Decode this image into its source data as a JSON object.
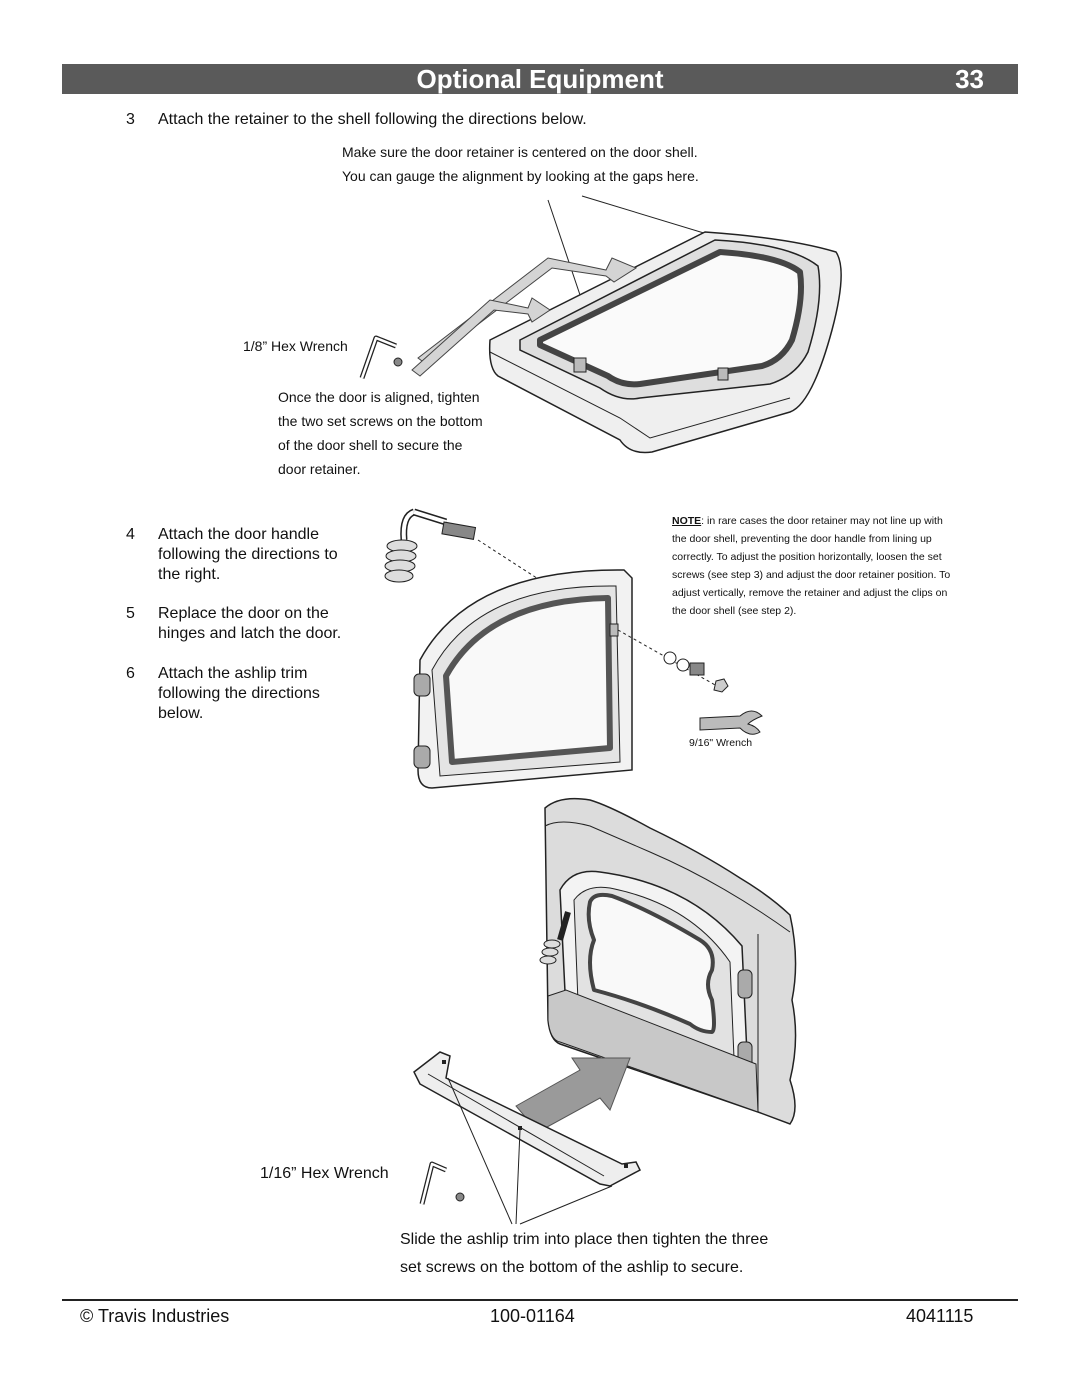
{
  "header": {
    "title": "Optional Equipment",
    "page_number": "33"
  },
  "step3": {
    "number": "3",
    "text": "Attach the retainer to the shell following the directions below.",
    "callout_line1": "Make sure the door retainer is centered on the door shell.",
    "callout_line2": "You can gauge the alignment by looking at the gaps here.",
    "hex_wrench_label": "1/8” Hex Wrench",
    "tighten_lines": [
      "Once the door is aligned, tighten",
      "the two set screws on the bottom",
      "of the door shell to secure the",
      "door retainer."
    ]
  },
  "steps": [
    {
      "number": "4",
      "lines": [
        "Attach the door handle",
        "following the directions to",
        "the right."
      ]
    },
    {
      "number": "5",
      "lines": [
        "Replace the door on the",
        "hinges and latch the door."
      ]
    },
    {
      "number": "6",
      "lines": [
        "Attach the ashlip trim",
        "following the directions",
        "below."
      ]
    }
  ],
  "note": {
    "label": "NOTE",
    "lines": [
      ": in rare cases the door retainer may not line up with",
      "the door shell, preventing the door handle from lining up",
      "correctly.  To adjust the position horizontally, loosen the set",
      "screws (see step 3) and adjust the door retainer position.  To",
      "adjust vertically, remove the retainer and adjust the clips on",
      "the door shell (see step 2)."
    ]
  },
  "wrench_label": "9/16\" Wrench",
  "ashlip": {
    "hex_wrench_label": "1/16” Hex Wrench",
    "caption_line1": "Slide the ashlip trim into place then tighten the three",
    "caption_line2": "set screws on the bottom of the ashlip to secure."
  },
  "footer": {
    "company": "© Travis Industries",
    "doc_number": "100-01164",
    "code": "4041115"
  }
}
